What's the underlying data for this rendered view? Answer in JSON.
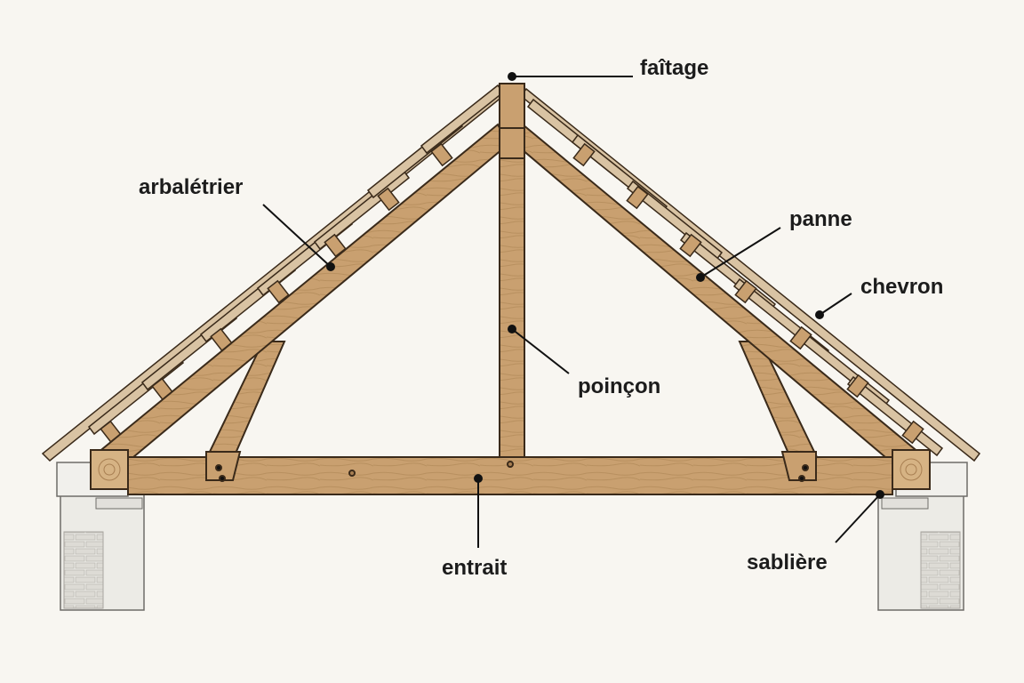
{
  "labels": {
    "faitage": "faîtage",
    "arbaletrier": "arbalétrier",
    "panne": "panne",
    "chevron": "chevron",
    "poincon": "poinçon",
    "entrait": "entrait",
    "sabliere": "sablière"
  },
  "colors": {
    "background": "#f8f6f1",
    "timber": "#c9a070",
    "timber_dark": "#a87f52",
    "outline": "#3a2a1a",
    "wall": "#e9e7e2",
    "brick": "#d8d6d0"
  }
}
